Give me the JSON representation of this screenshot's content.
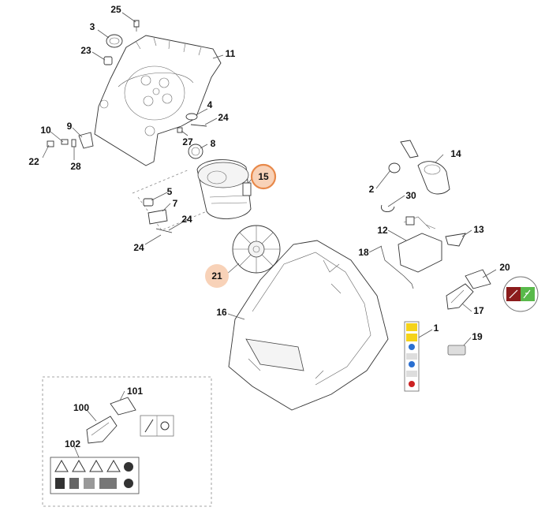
{
  "diagram": {
    "callouts": {
      "c1": "1",
      "c2": "2",
      "c3": "3",
      "c4": "4",
      "c5": "5",
      "c7": "7",
      "c8": "8",
      "c9": "9",
      "c10": "10",
      "c11": "11",
      "c12": "12",
      "c13": "13",
      "c14": "14",
      "c15": "15",
      "c16": "16",
      "c17": "17",
      "c18": "18",
      "c19": "19",
      "c20": "20",
      "c21": "21",
      "c22": "22",
      "c23": "23",
      "c24a": "24",
      "c24b": "24",
      "c24c": "24",
      "c25": "25",
      "c27": "27",
      "c28": "28",
      "c30": "30",
      "c100": "100",
      "c101": "101",
      "c102": "102"
    },
    "highlighted": [
      "15",
      "21"
    ],
    "colors": {
      "highlight_fill": "#f8d2b8",
      "highlight_ring": "#e8894a",
      "sticker_red": "#8b1c1c",
      "sticker_green": "#59b94a",
      "label_yellow": "#f5d31a",
      "label_blue": "#2a6fd1"
    }
  }
}
